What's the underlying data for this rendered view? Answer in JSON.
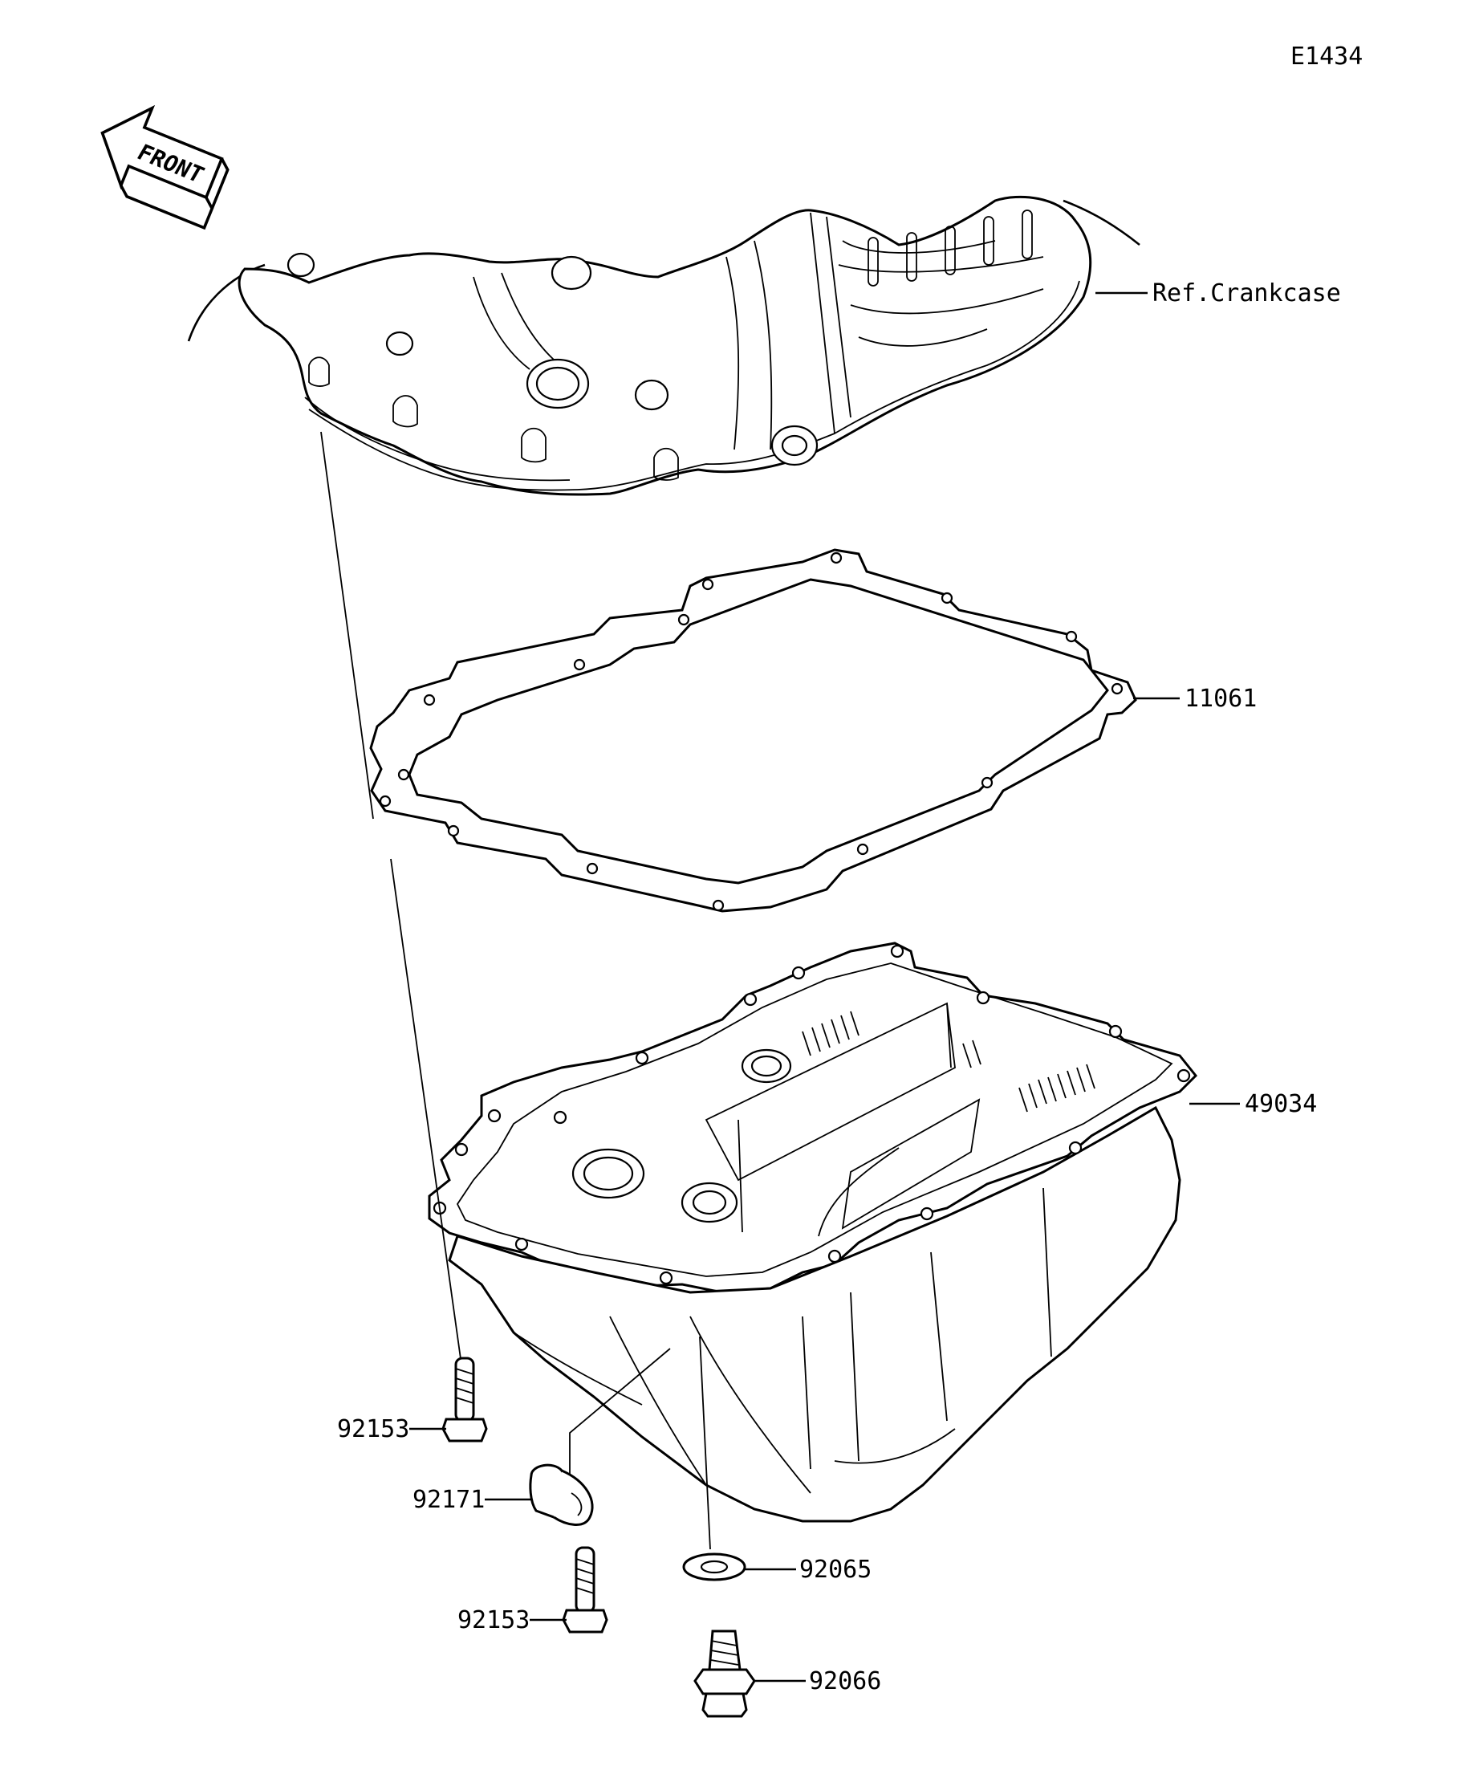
{
  "diagram_code": "E1434",
  "front_indicator": "FRONT",
  "parts": [
    {
      "label": "Ref.Crankcase",
      "ref": "crankcase"
    },
    {
      "label": "11061",
      "ref": "oil-pan-gasket"
    },
    {
      "label": "49034",
      "ref": "oil-pan"
    },
    {
      "label": "92153",
      "ref": "bolt-upper"
    },
    {
      "label": "92171",
      "ref": "clamp"
    },
    {
      "label": "92153",
      "ref": "bolt-lower"
    },
    {
      "label": "92065",
      "ref": "drain-washer"
    },
    {
      "label": "92066",
      "ref": "drain-plug"
    }
  ]
}
